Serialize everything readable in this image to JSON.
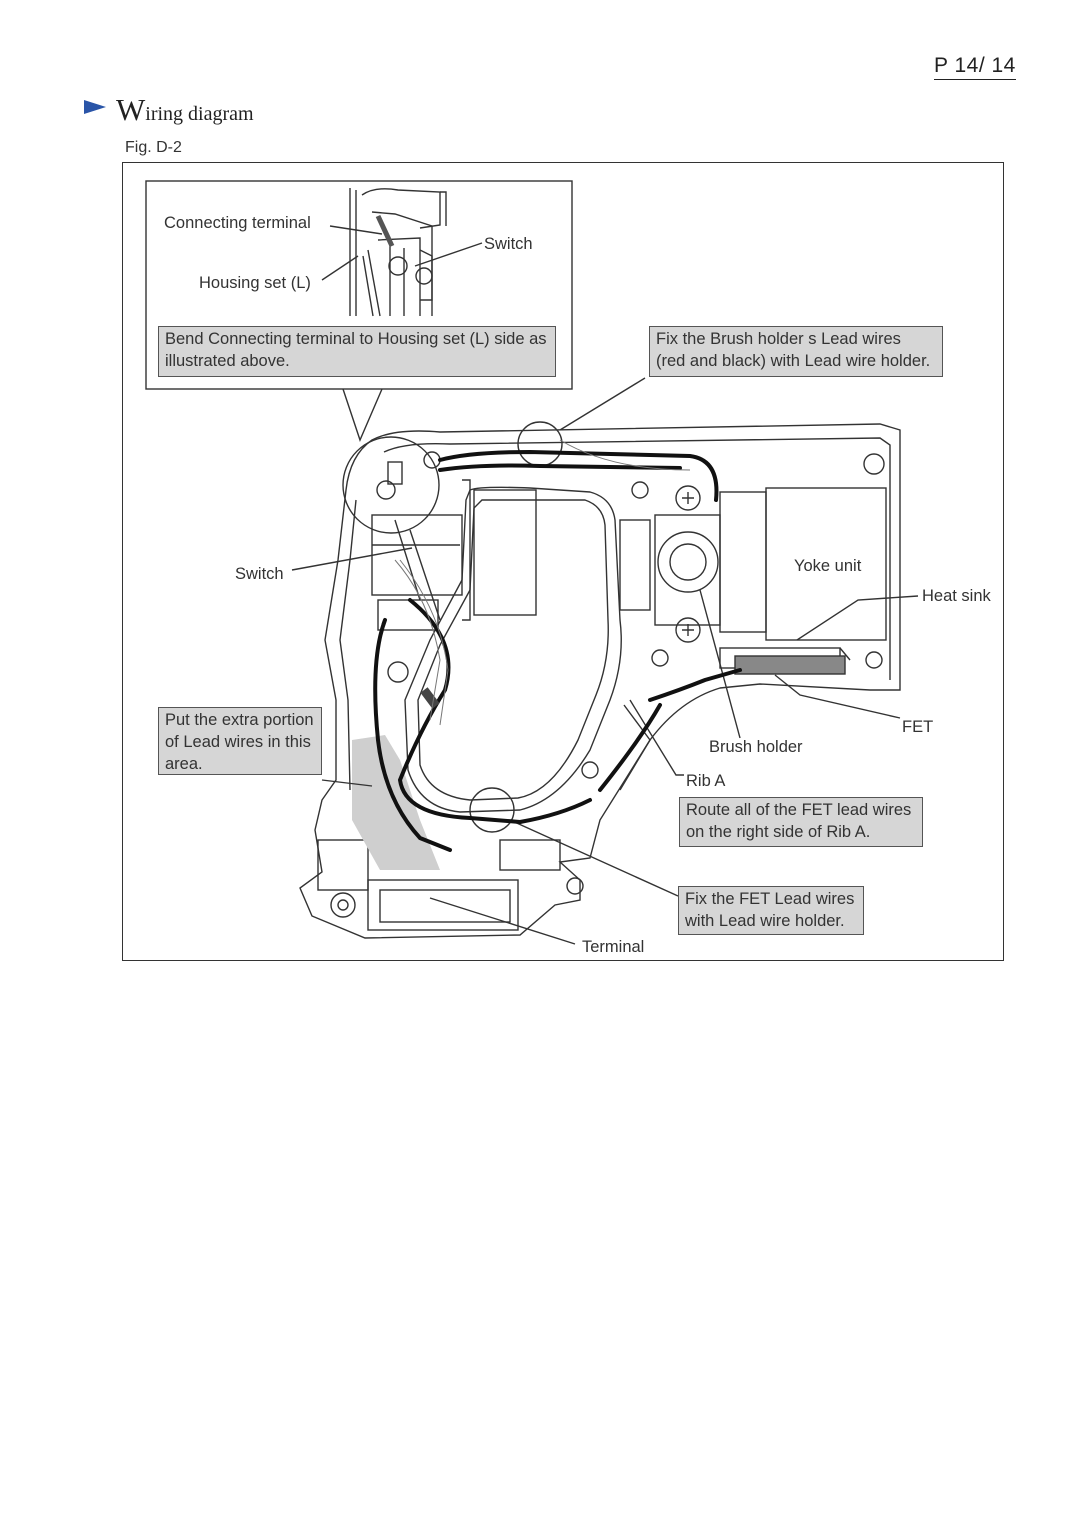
{
  "header": {
    "page_number": "P 14/ 14"
  },
  "section": {
    "title_initial": "W",
    "title_rest": "iring  diagram"
  },
  "figure": {
    "label": "Fig. D-2",
    "labels": {
      "connecting_terminal": "Connecting terminal",
      "switch_detail": "Switch",
      "housing_set_l": "Housing set (L)",
      "switch_main": "Switch",
      "yoke_unit": "Yoke unit",
      "heat_sink": "Heat sink",
      "fet": "FET",
      "brush_holder": "Brush holder",
      "rib_a": "Rib A",
      "terminal": "Terminal"
    },
    "notes": {
      "bend_terminal": [
        "Bend Connecting terminal to Housing set (L) side as",
        "illustrated above."
      ],
      "brush_holder_wires": [
        "Fix the Brush holder s Lead wires",
        "(red and black) with Lead wire holder."
      ],
      "extra_portion": [
        "Put the extra portion",
        "of Lead wires in this",
        "area."
      ],
      "route_fet": [
        "Route all of the FET lead wires",
        "on the right side of Rib A."
      ],
      "fix_fet": [
        "Fix the FET Lead wires",
        "with Lead wire holder."
      ]
    }
  }
}
